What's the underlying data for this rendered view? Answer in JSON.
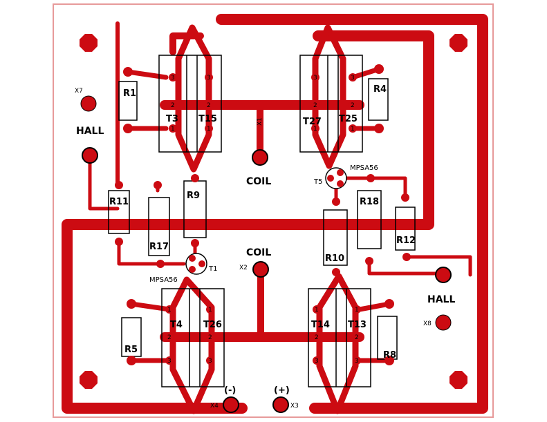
{
  "board": {
    "colors": {
      "copper": "#cc0b12",
      "outline": "#e79a9a",
      "silk": "#000000",
      "background": "#ffffff"
    }
  },
  "labels": {
    "R1": "R1",
    "R4": "R4",
    "R5": "R5",
    "R8": "R8",
    "R9": "R9",
    "R10": "R10",
    "R11": "R11",
    "R12": "R12",
    "R17": "R17",
    "R18": "R18",
    "T3": "T3",
    "T15": "T15",
    "T27": "T27",
    "T25": "T25",
    "T4": "T4",
    "T26": "T26",
    "T14": "T14",
    "T13": "T13",
    "T5": "T5",
    "T1": "T1",
    "X1": "X1",
    "X2": "X2",
    "X3": "X3",
    "X4": "X4",
    "X7": "X7",
    "X8": "X8",
    "coil_top": "COIL",
    "coil_mid": "COIL",
    "hall_left": "HALL",
    "hall_right": "HALL",
    "mpsa_top": "MPSA56",
    "mpsa_bottom": "MPSA56",
    "minus": "(-)",
    "plus": "(+)"
  },
  "pin_numbers": {
    "p1": "1",
    "p2": "2",
    "p3": "3"
  }
}
